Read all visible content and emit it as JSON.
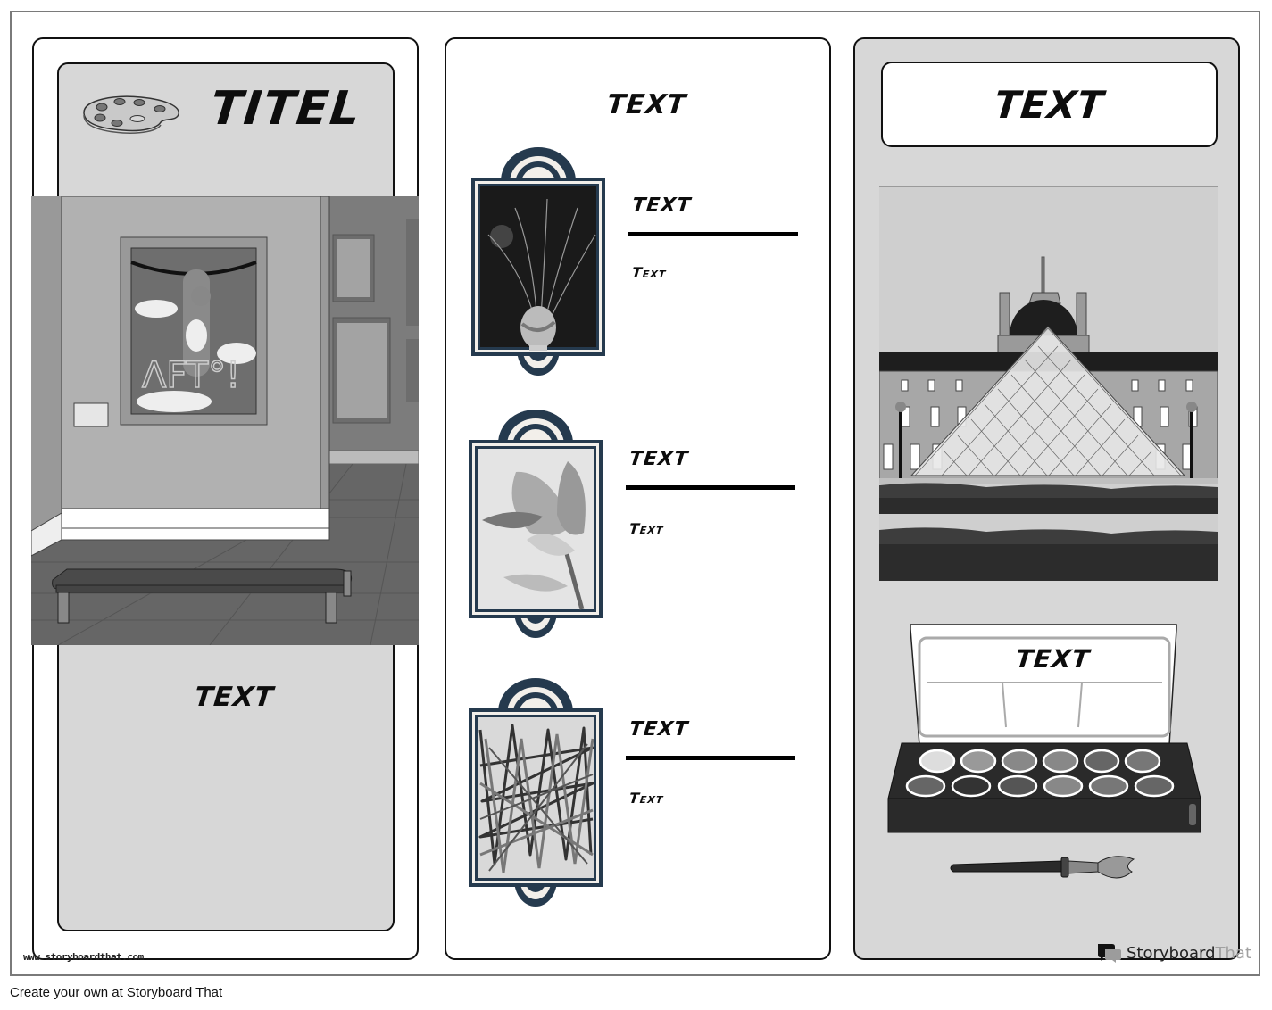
{
  "worksheet": {
    "panel_1": {
      "title": "TITEL",
      "icon": "paint-palette-icon",
      "image": "art-gallery-scene",
      "painting_text": "ΛFT°!",
      "caption": "TEXT"
    },
    "panel_2": {
      "heading": "TEXT",
      "artworks": [
        {
          "label": "TEXT",
          "description": "Text",
          "image": "vase-with-grass-painting"
        },
        {
          "label": "TEXT",
          "description": "Text",
          "image": "flower-painting"
        },
        {
          "label": "TEXT",
          "description": "Text",
          "image": "scribble-abstract-painting"
        }
      ]
    },
    "panel_3": {
      "heading": "TEXT",
      "image": "louvre-pyramid",
      "paintbox_text": "TEXT",
      "brush": "paintbrush-icon"
    }
  },
  "branding": {
    "url": "www.storyboardthat.com",
    "logo_part1": "Storyboard",
    "logo_part2": "That"
  },
  "footer": {
    "text": "Create your own at Storyboard That"
  },
  "colors": {
    "frame_navy": "#253a4e",
    "frame_cream": "#f2efea",
    "panel_grey": "#d7d7d7"
  }
}
